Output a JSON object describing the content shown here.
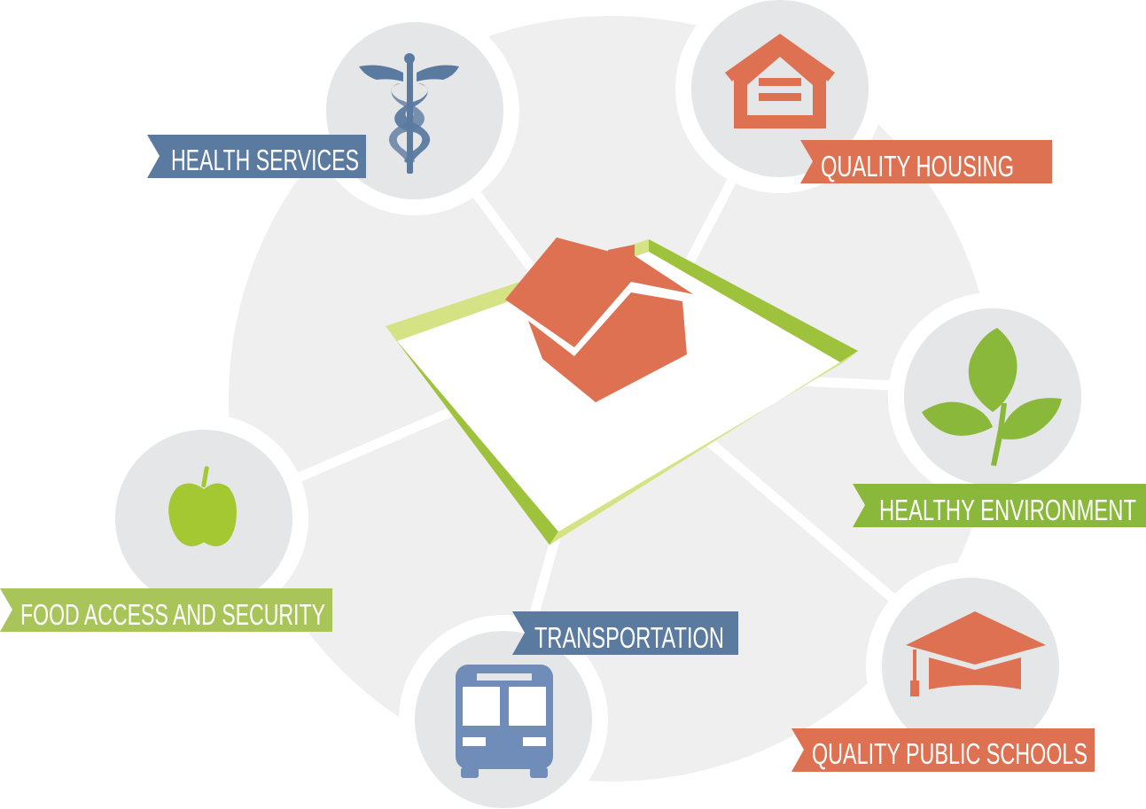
{
  "diagram": {
    "nodes": [
      {
        "id": "health",
        "label": "HEALTH SERVICES",
        "icon": "caduceus-icon",
        "color": "#5b7aa0"
      },
      {
        "id": "housing",
        "label": "QUALITY HOUSING",
        "icon": "equal-housing-icon",
        "color": "#dd7152"
      },
      {
        "id": "environment",
        "label": "HEALTHY ENVIRONMENT",
        "icon": "leaf-plant-icon",
        "color": "#8ab83a"
      },
      {
        "id": "schools",
        "label": "QUALITY PUBLIC SCHOOLS",
        "icon": "graduation-cap-icon",
        "color": "#dd7152"
      },
      {
        "id": "transportation",
        "label": "TRANSPORTATION",
        "icon": "bus-icon",
        "color": "#5b7aa0"
      },
      {
        "id": "food",
        "label": "FOOD ACCESS AND SECURITY",
        "icon": "apple-icon",
        "color": "#a9c55a"
      }
    ],
    "center_icon": "house-on-lot-icon",
    "colors": {
      "circle_bg": "#e5e6e8",
      "outer_ring": "#efefef",
      "house": "#dd7152",
      "lot_border": "#c9e07a",
      "lot_border_dark": "#9ec23c"
    }
  }
}
